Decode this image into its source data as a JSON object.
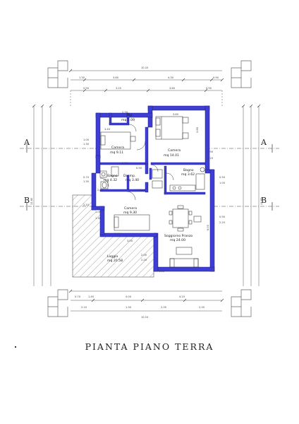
{
  "title": "PIANTA  PIANO  TERRA",
  "colors": {
    "wall": "#3e3ed6",
    "wall_stroke": "#1a1a6a",
    "line": "#333333",
    "hatch": "#555555"
  },
  "sections": {
    "a": "A",
    "b": "B"
  },
  "rooms": {
    "rip": {
      "name": "Rip.",
      "area": "mq  2.09"
    },
    "camera_left": {
      "name": "Camera",
      "area": "mq  9.11"
    },
    "camera_main": {
      "name": "Camera",
      "area": "mq  14.01"
    },
    "disimp": {
      "name": "Disimp.",
      "area": "mq  3.40"
    },
    "bagno_left": {
      "name": "Bagno",
      "area": "mq  4.32"
    },
    "bagno_right": {
      "name": "Bagno",
      "area": "mq  3.62"
    },
    "camera_mid": {
      "name": "Camera",
      "area": "mq  9.30"
    },
    "soggiorno": {
      "name": "Soggiorno  Pranzo",
      "area": "mq  24.00"
    },
    "loggia": {
      "name": "Loggia",
      "area": "mq  20.58"
    }
  },
  "dims": {
    "top_total": "10.10",
    "top_row1": [
      "1.30",
      "3.60",
      "4.30",
      "0.90"
    ],
    "top_row2": [
      "0.90",
      "3.25",
      "3.60",
      "0.90"
    ],
    "bottom_row1": [
      "0.70",
      "1.40",
      "4.00",
      "4.10"
    ],
    "bottom_row2": [
      "2.10",
      "1.30",
      "2.35",
      "2.35"
    ],
    "bottom_total": "10.10",
    "left_total": "11.60",
    "right_total": "11.60",
    "interior": [
      "2.30",
      "3.40",
      "3.60",
      "1.00",
      "1.30",
      "3.85",
      "0.90",
      "2.20",
      "2.50",
      "0.90",
      "0.70",
      "1.30",
      "2.40",
      "1.50",
      "0.50",
      "1.00",
      "2.10",
      "1.00",
      "1.30",
      "3.10",
      "3.50",
      "6.00",
      "0.90",
      "2.20",
      "2.00",
      "2.20",
      "4.00"
    ]
  }
}
